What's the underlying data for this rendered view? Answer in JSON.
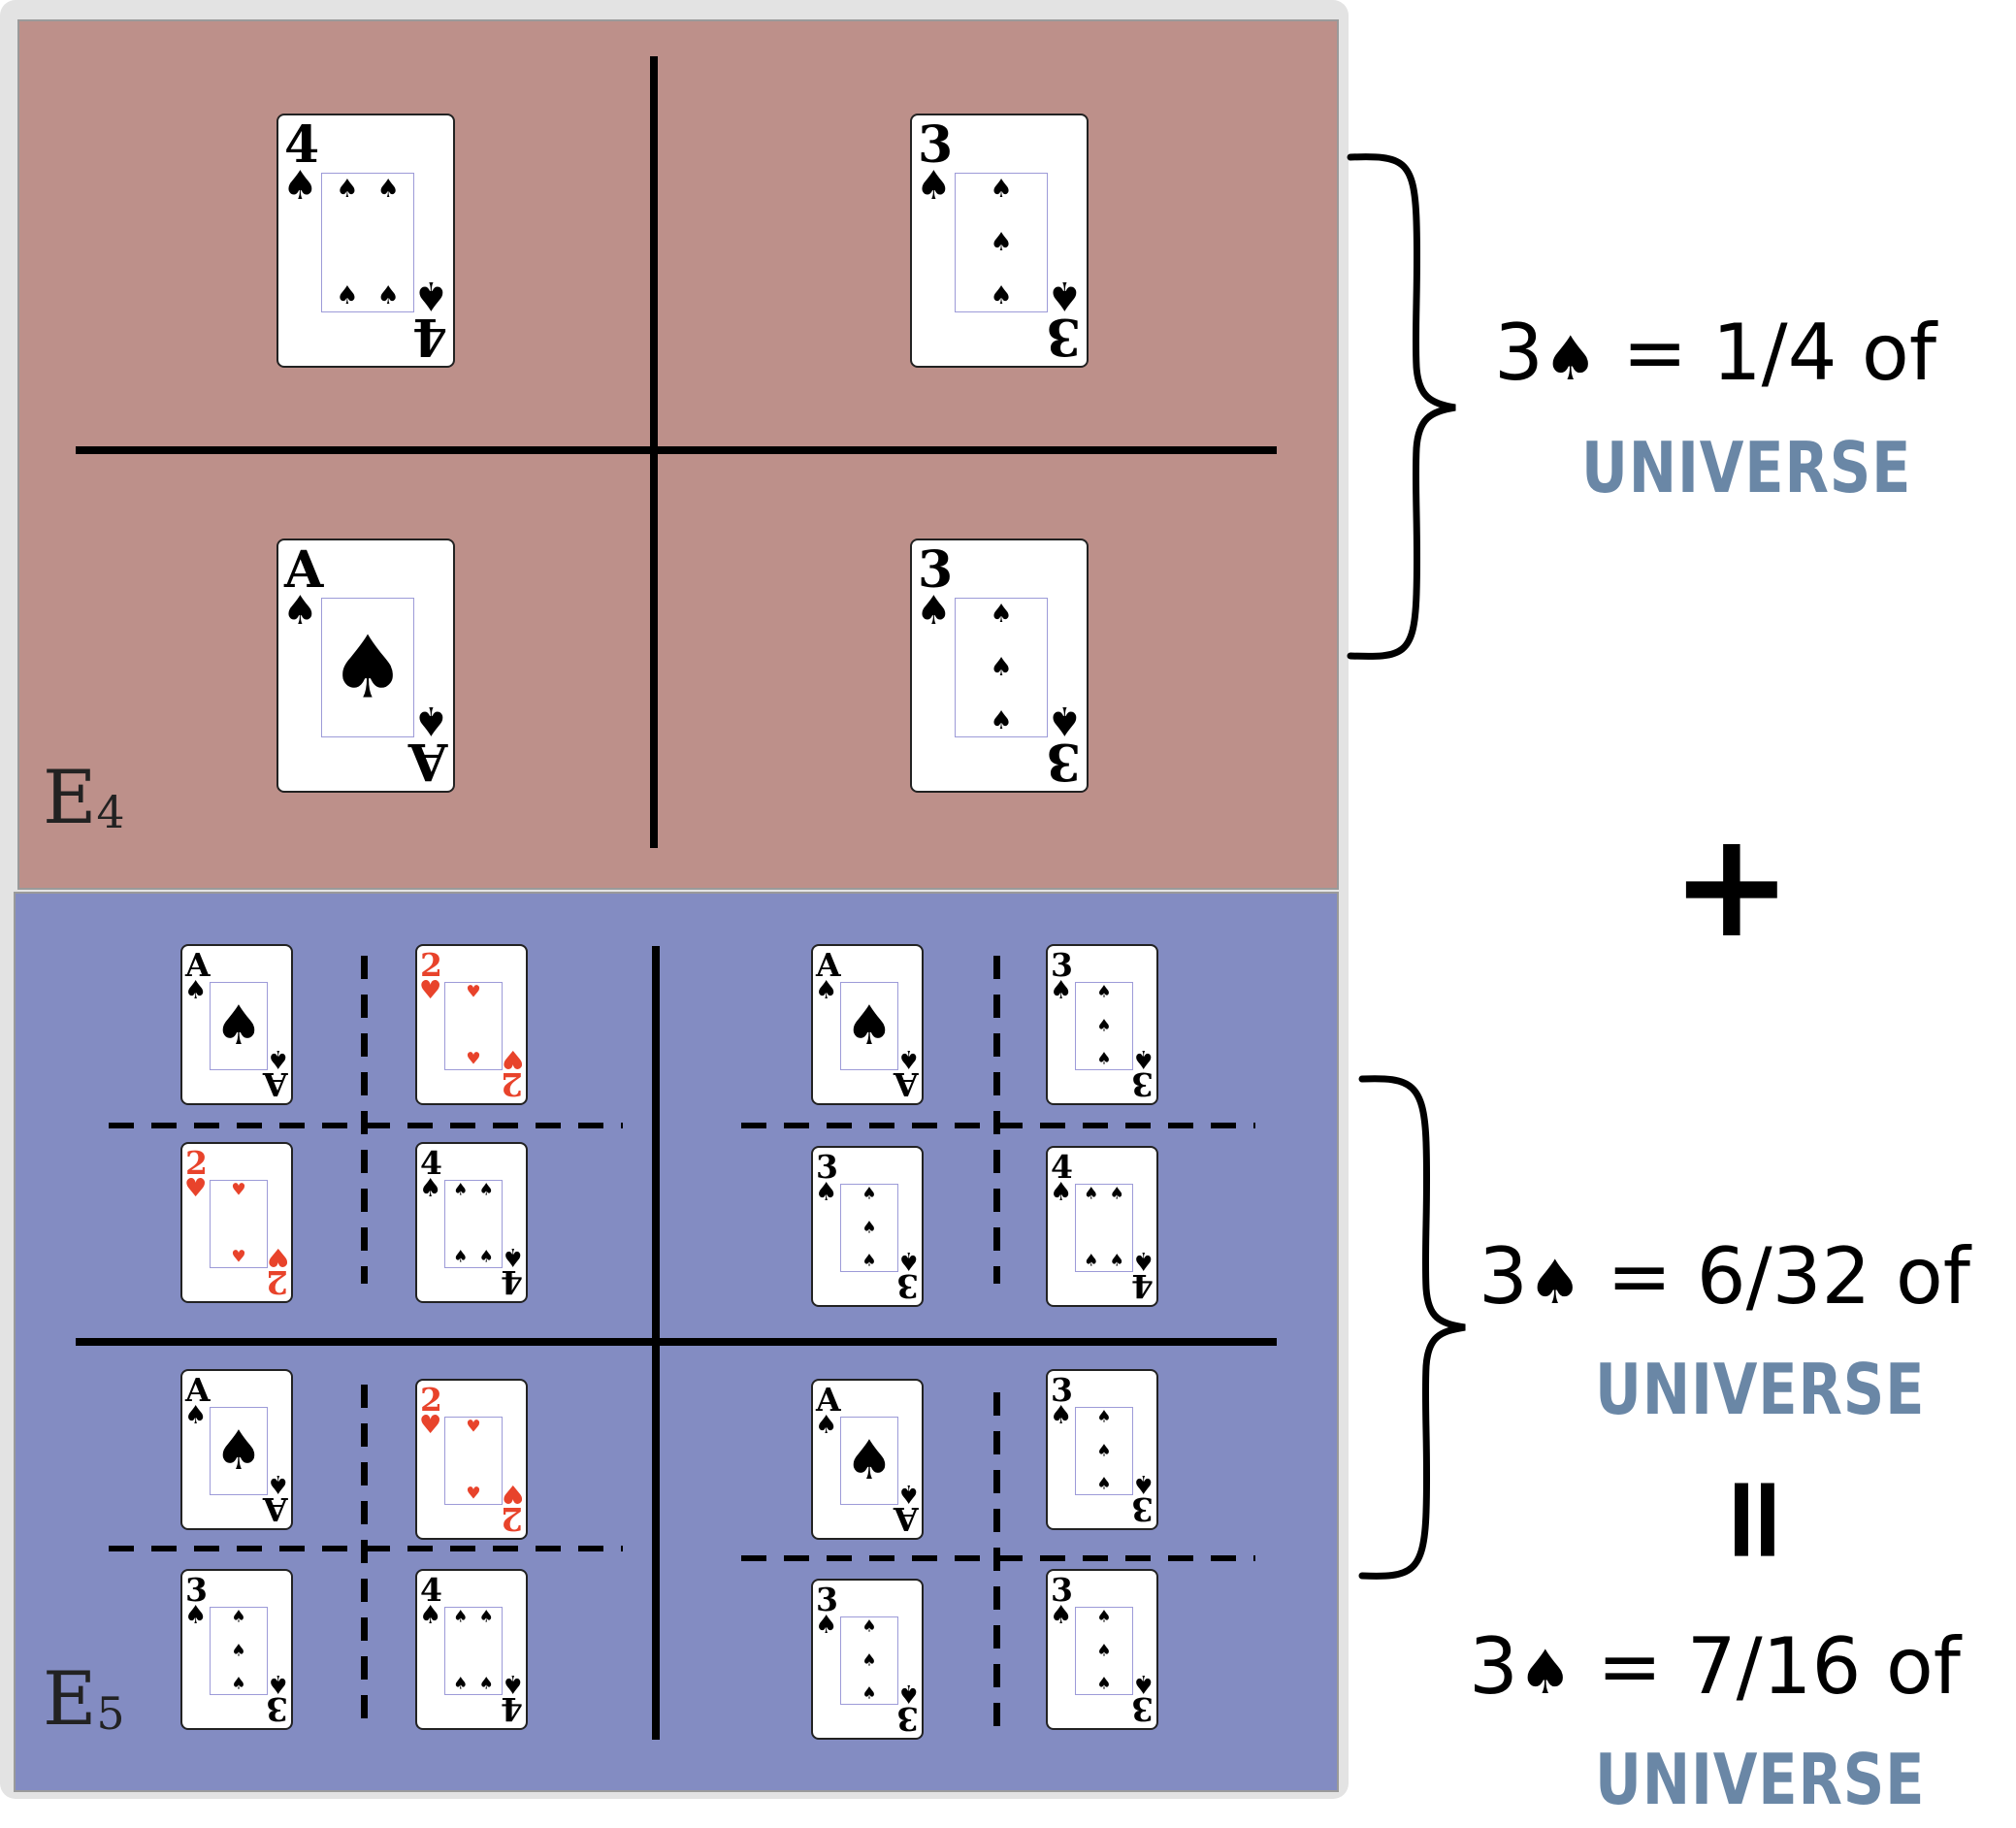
{
  "suit_symbols": {
    "spade": "♠",
    "heart": "♥"
  },
  "colors": {
    "e4_background": "#bd908a",
    "e5_background": "#838cc2",
    "universe_text": "#6a87a6",
    "heart_red": "#e8432b"
  },
  "events": [
    {
      "label": "E",
      "subscript": "4"
    },
    {
      "label": "E",
      "subscript": "5"
    }
  ],
  "e4_cards": [
    {
      "rank": "4",
      "suit": "spade"
    },
    {
      "rank": "3",
      "suit": "spade"
    },
    {
      "rank": "A",
      "suit": "spade"
    },
    {
      "rank": "3",
      "suit": "spade"
    }
  ],
  "e5_quadrants": [
    [
      {
        "rank": "A",
        "suit": "spade"
      },
      {
        "rank": "2",
        "suit": "heart"
      },
      {
        "rank": "2",
        "suit": "heart"
      },
      {
        "rank": "4",
        "suit": "spade"
      }
    ],
    [
      {
        "rank": "A",
        "suit": "spade"
      },
      {
        "rank": "3",
        "suit": "spade"
      },
      {
        "rank": "3",
        "suit": "spade"
      },
      {
        "rank": "4",
        "suit": "spade"
      }
    ],
    [
      {
        "rank": "A",
        "suit": "spade"
      },
      {
        "rank": "2",
        "suit": "heart"
      },
      {
        "rank": "3",
        "suit": "spade"
      },
      {
        "rank": "4",
        "suit": "spade"
      }
    ],
    [
      {
        "rank": "A",
        "suit": "spade"
      },
      {
        "rank": "3",
        "suit": "spade"
      },
      {
        "rank": "3",
        "suit": "spade"
      },
      {
        "rank": "3",
        "suit": "spade"
      }
    ]
  ],
  "annotations": {
    "e4": {
      "prefix": "3",
      "suit": "♠",
      "rest": " = 1/4 of",
      "universe": "UNIVERSE"
    },
    "plus": "+",
    "e5": {
      "prefix": "3",
      "suit": "♠",
      "rest": " = 6/32 of",
      "universe": "UNIVERSE"
    },
    "equals": "=",
    "total": {
      "prefix": "3",
      "suit": "♠",
      "rest": " = 7/16 of",
      "universe": "UNIVERSE"
    }
  }
}
